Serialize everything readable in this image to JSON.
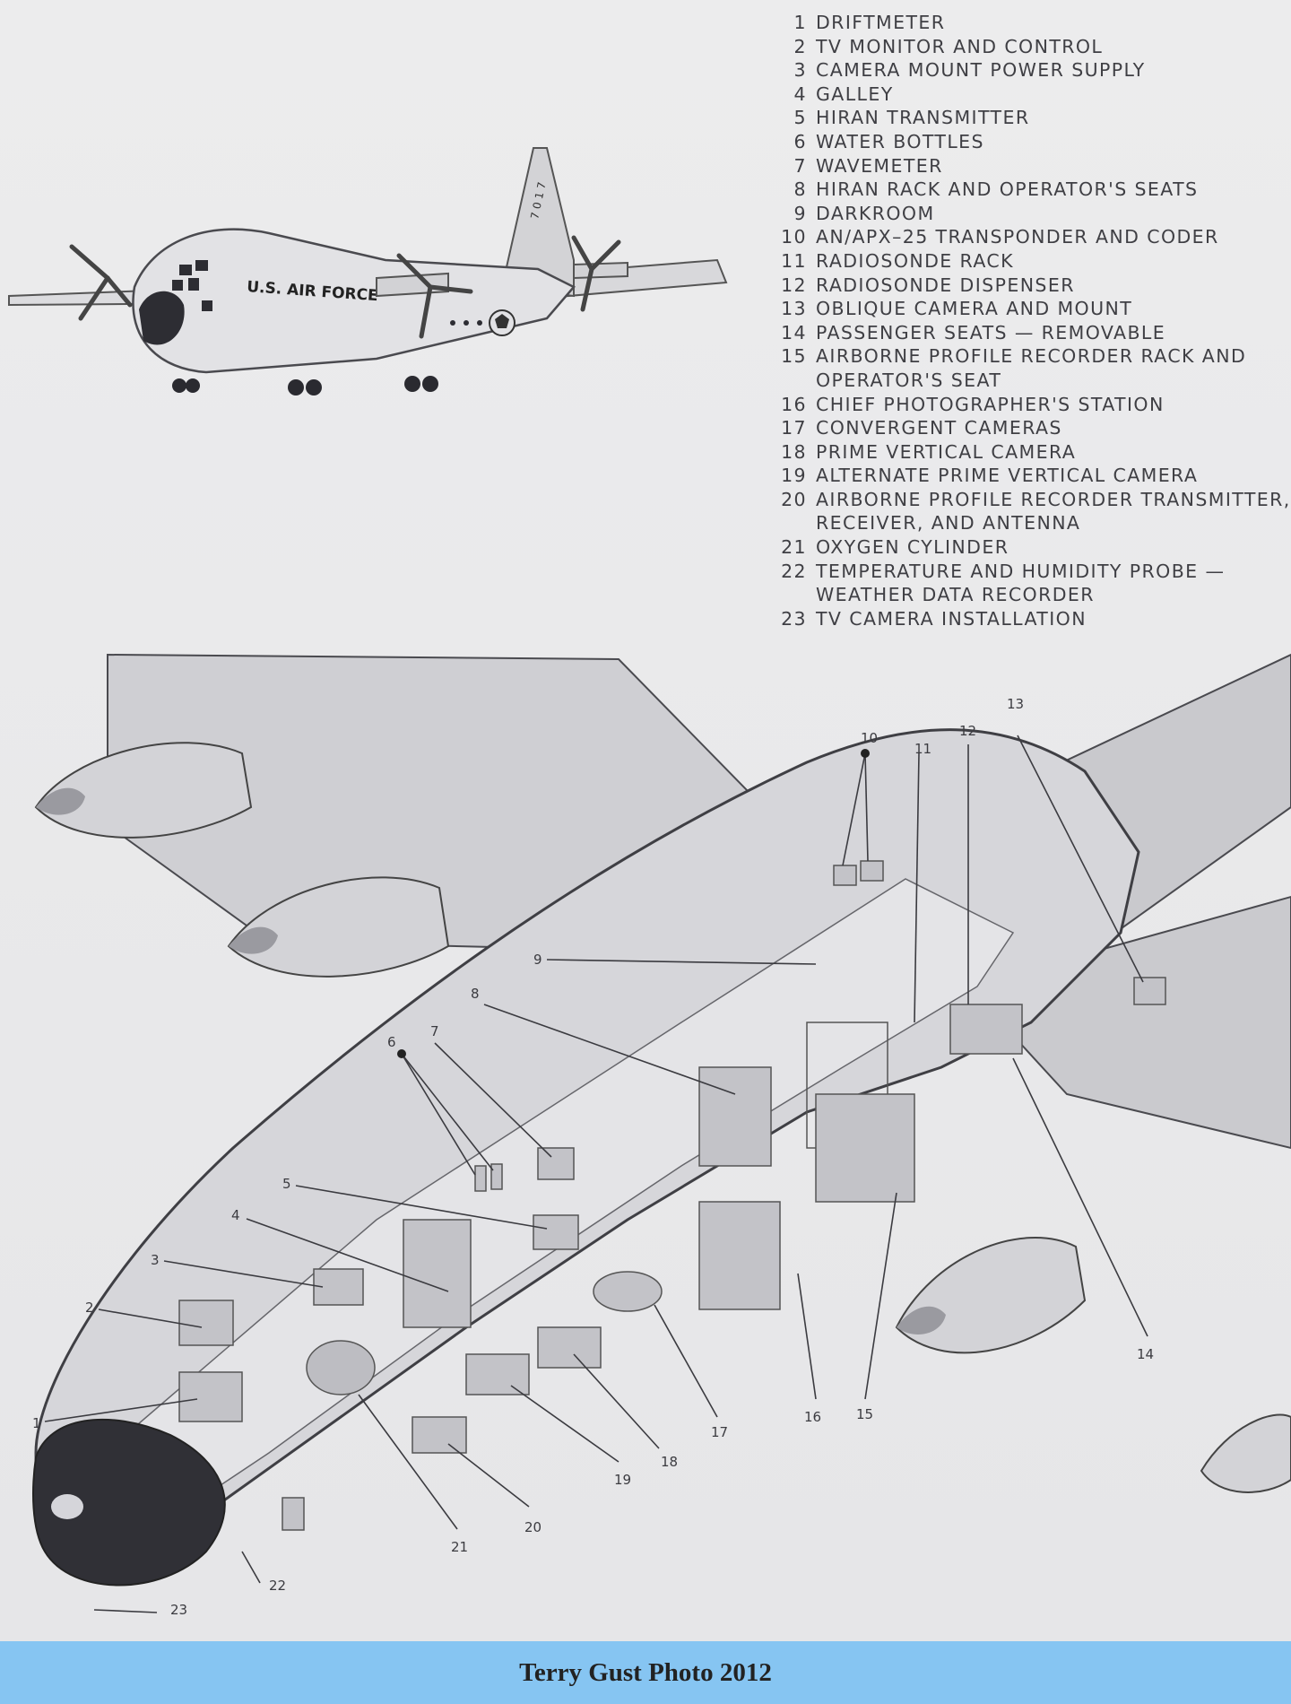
{
  "legend": [
    {
      "num": "1",
      "lines": [
        "DRIFTMETER"
      ]
    },
    {
      "num": "2",
      "lines": [
        "TV MONITOR AND CONTROL"
      ]
    },
    {
      "num": "3",
      "lines": [
        "CAMERA MOUNT POWER SUPPLY"
      ]
    },
    {
      "num": "4",
      "lines": [
        "GALLEY"
      ]
    },
    {
      "num": "5",
      "lines": [
        "HIRAN TRANSMITTER"
      ]
    },
    {
      "num": "6",
      "lines": [
        "WATER BOTTLES"
      ]
    },
    {
      "num": "7",
      "lines": [
        "WAVEMETER"
      ]
    },
    {
      "num": "8",
      "lines": [
        "HIRAN RACK AND OPERATOR'S SEATS"
      ]
    },
    {
      "num": "9",
      "lines": [
        "DARKROOM"
      ]
    },
    {
      "num": "10",
      "lines": [
        "AN/APX–25 TRANSPONDER AND CODER"
      ]
    },
    {
      "num": "11",
      "lines": [
        "RADIOSONDE RACK"
      ]
    },
    {
      "num": "12",
      "lines": [
        "RADIOSONDE DISPENSER"
      ]
    },
    {
      "num": "13",
      "lines": [
        "OBLIQUE CAMERA AND MOUNT"
      ]
    },
    {
      "num": "14",
      "lines": [
        "PASSENGER SEATS — REMOVABLE"
      ]
    },
    {
      "num": "15",
      "lines": [
        "AIRBORNE PROFILE RECORDER RACK AND",
        "OPERATOR'S SEAT"
      ]
    },
    {
      "num": "16",
      "lines": [
        "CHIEF PHOTOGRAPHER'S STATION"
      ]
    },
    {
      "num": "17",
      "lines": [
        "CONVERGENT CAMERAS"
      ]
    },
    {
      "num": "18",
      "lines": [
        "PRIME VERTICAL CAMERA"
      ]
    },
    {
      "num": "19",
      "lines": [
        "ALTERNATE PRIME VERTICAL CAMERA"
      ]
    },
    {
      "num": "20",
      "lines": [
        "AIRBORNE PROFILE RECORDER TRANSMITTER,",
        "RECEIVER, AND ANTENNA"
      ]
    },
    {
      "num": "21",
      "lines": [
        "OXYGEN CYLINDER"
      ]
    },
    {
      "num": "22",
      "lines": [
        "TEMPERATURE AND HUMIDITY PROBE —",
        "WEATHER DATA RECORDER"
      ]
    },
    {
      "num": "23",
      "lines": [
        "TV CAMERA INSTALLATION"
      ]
    }
  ],
  "aircraft": {
    "fuselage_marking": "U.S. AIR FORCE",
    "tail_number": "7 0 1 7"
  },
  "callouts": [
    "1",
    "2",
    "3",
    "4",
    "5",
    "6",
    "7",
    "8",
    "9",
    "10",
    "11",
    "12",
    "13",
    "14",
    "15",
    "16",
    "17",
    "18",
    "19",
    "20",
    "21",
    "22",
    "23"
  ],
  "caption": "Terry Gust Photo 2012",
  "colors": {
    "paper": "#e9e9ea",
    "ink": "#3b3b40",
    "caption_bar": "#86c5f2"
  }
}
